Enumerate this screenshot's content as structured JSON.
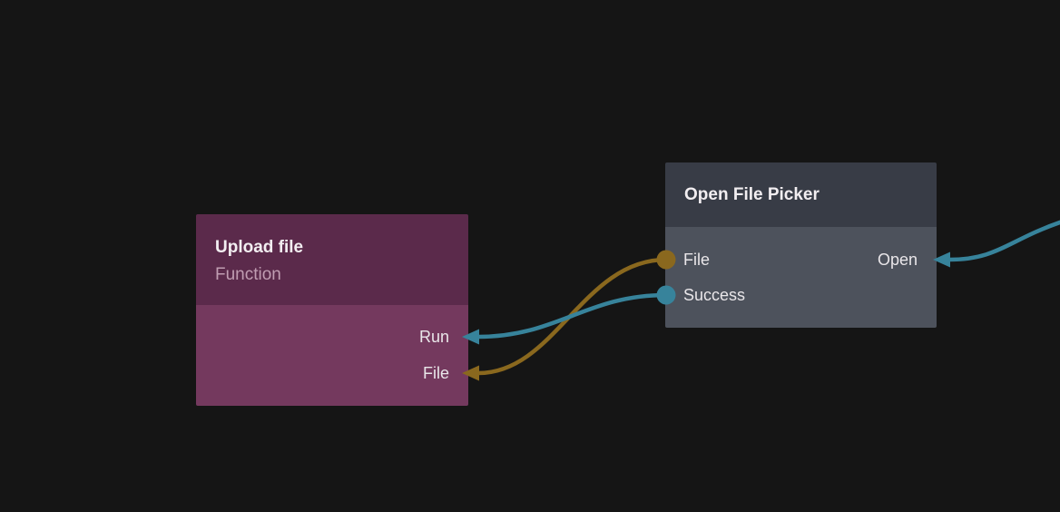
{
  "colors": {
    "background": "#151515",
    "teal": "#37839b",
    "gold": "#8a681e",
    "upload_header": "#5b2a4b",
    "upload_body": "#74395e",
    "picker_header": "#383c46",
    "picker_body": "#4d525c",
    "title_text": "#f2eef1",
    "subtitle_text": "#c09db2",
    "port_text": "#e9e6e9"
  },
  "nodes": {
    "upload_file": {
      "title": "Upload file",
      "subtitle": "Function",
      "inputs": [
        {
          "label": "Run",
          "wire_color": "teal"
        },
        {
          "label": "File",
          "wire_color": "gold"
        }
      ]
    },
    "open_file_picker": {
      "title": "Open File Picker",
      "left_ports": [
        {
          "label": "File",
          "dot_color": "gold"
        },
        {
          "label": "Success",
          "dot_color": "teal"
        }
      ],
      "right_ports": [
        {
          "label": "Open",
          "wire_color": "teal"
        }
      ]
    }
  },
  "wires": [
    {
      "name": "file-to-file",
      "color": "gold"
    },
    {
      "name": "success-to-run",
      "color": "teal"
    },
    {
      "name": "open-incoming",
      "color": "teal"
    }
  ]
}
